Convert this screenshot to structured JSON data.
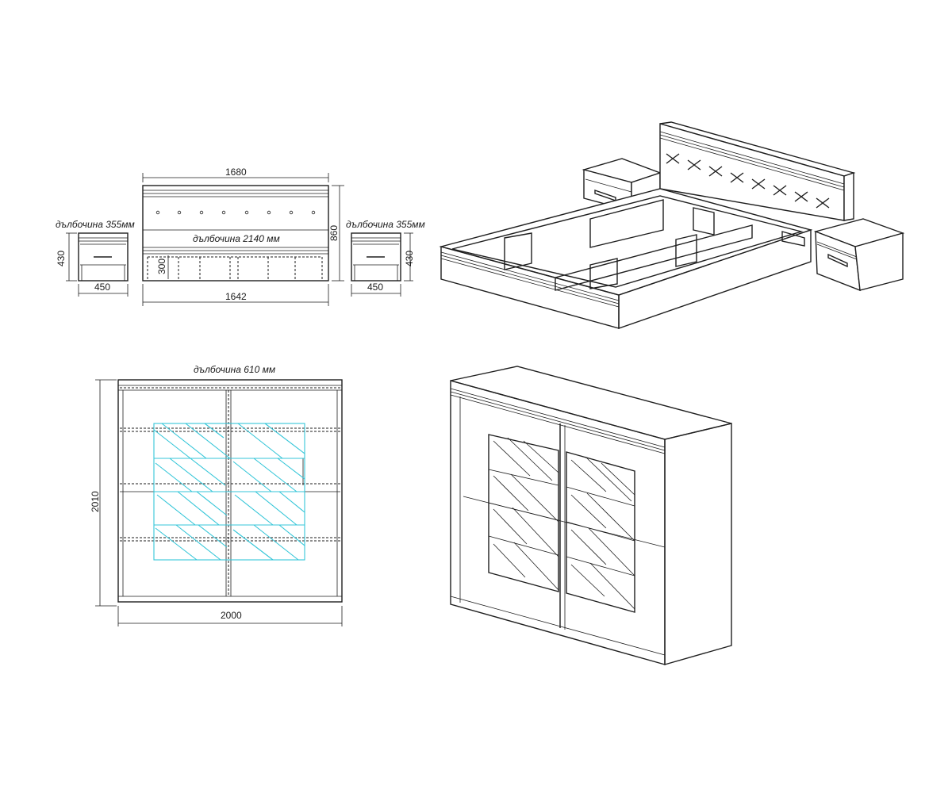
{
  "bedroom_set": {
    "nightstand_left": {
      "depth_note": "дълбочина 355мм",
      "width": "450",
      "height": "430"
    },
    "nightstand_right": {
      "depth_note": "дълбочина 355мм",
      "width": "450",
      "height": "430"
    },
    "bed": {
      "width_top": "1680",
      "width_bottom": "1642",
      "height": "860",
      "depth_note": "дълбочина 2140 мм",
      "base_height": "300"
    }
  },
  "wardrobe": {
    "depth_note": "дълбочина 610 мм",
    "width": "2000",
    "height": "2010"
  },
  "colors": {
    "line": "#1e1e1e",
    "glass_outline": "#35c6d8",
    "background": "#ffffff"
  }
}
